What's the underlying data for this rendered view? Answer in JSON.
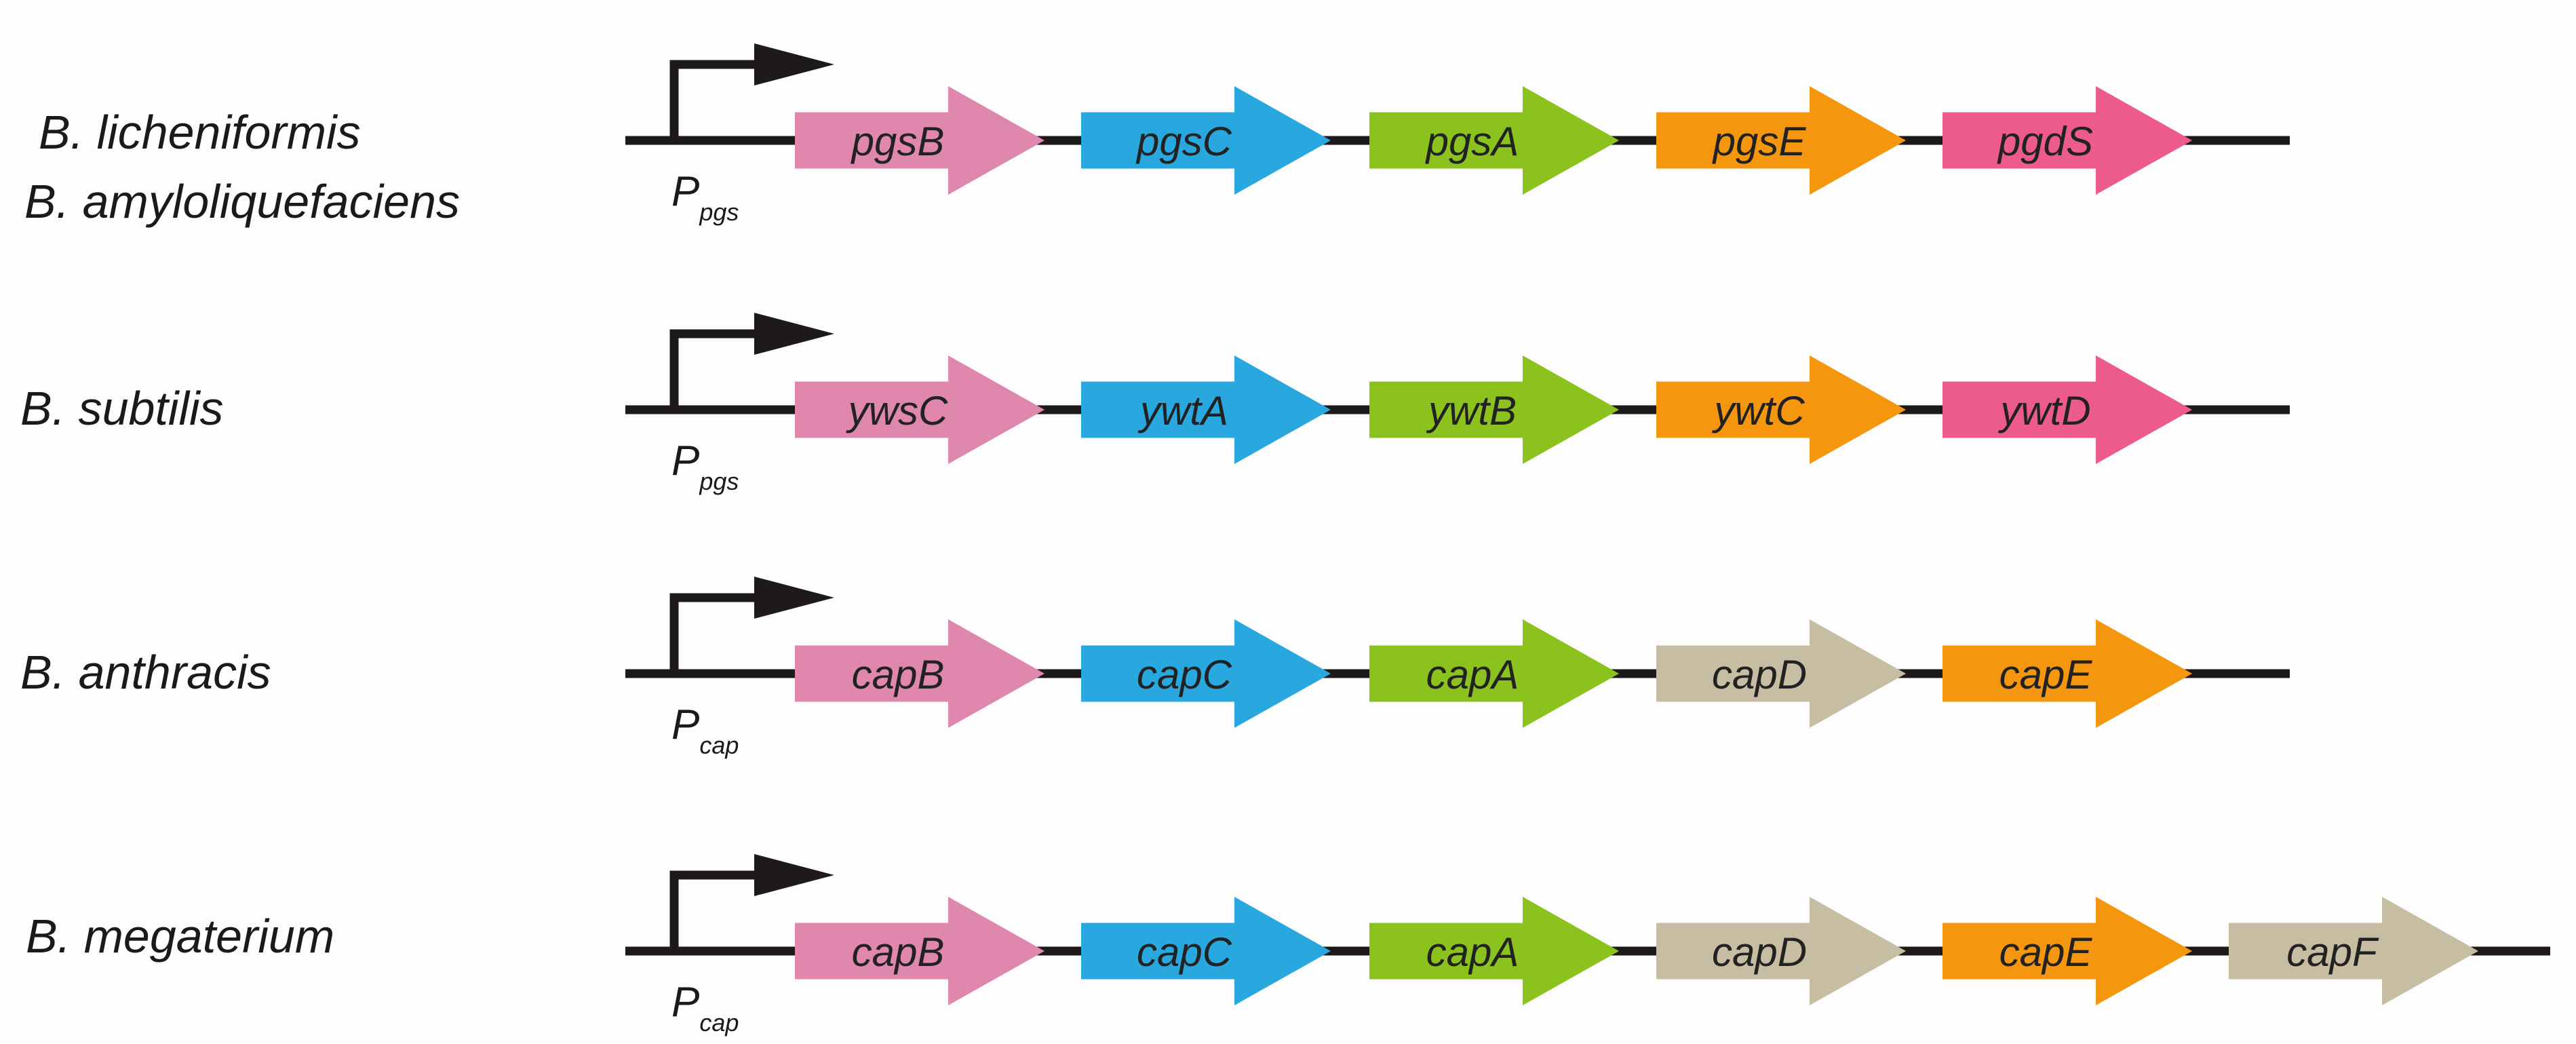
{
  "colors": {
    "backbone": "#1e1a1a",
    "pink": "#e087ad",
    "blue": "#29a8e0",
    "green": "#8cc21e",
    "orange": "#f5960f",
    "magenta": "#ec5b8a",
    "tan": "#c7bda3"
  },
  "operons": [
    {
      "species": [
        "B. licheniformis",
        "B. amyloliquefaciens"
      ],
      "promoter": {
        "letter": "P",
        "sub": "pgs"
      },
      "genes": [
        {
          "label": "pgsB",
          "color": "pink"
        },
        {
          "label": "pgsC",
          "color": "blue"
        },
        {
          "label": "pgsA",
          "color": "green"
        },
        {
          "label": "pgsE",
          "color": "orange"
        },
        {
          "label": "pgdS",
          "color": "magenta"
        }
      ]
    },
    {
      "species": [
        "B. subtilis"
      ],
      "promoter": {
        "letter": "P",
        "sub": "pgs"
      },
      "genes": [
        {
          "label": "ywsC",
          "color": "pink"
        },
        {
          "label": "ywtA",
          "color": "blue"
        },
        {
          "label": "ywtB",
          "color": "green"
        },
        {
          "label": "ywtC",
          "color": "orange"
        },
        {
          "label": "ywtD",
          "color": "magenta"
        }
      ]
    },
    {
      "species": [
        "B. anthracis"
      ],
      "promoter": {
        "letter": "P",
        "sub": "cap"
      },
      "genes": [
        {
          "label": "capB",
          "color": "pink"
        },
        {
          "label": "capC",
          "color": "blue"
        },
        {
          "label": "capA",
          "color": "green"
        },
        {
          "label": "capD",
          "color": "tan"
        },
        {
          "label": "capE",
          "color": "orange"
        }
      ]
    },
    {
      "species": [
        "B. megaterium"
      ],
      "promoter": {
        "letter": "P",
        "sub": "cap"
      },
      "genes": [
        {
          "label": "capB",
          "color": "pink"
        },
        {
          "label": "capC",
          "color": "blue"
        },
        {
          "label": "capA",
          "color": "green"
        },
        {
          "label": "capD",
          "color": "tan"
        },
        {
          "label": "capE",
          "color": "orange"
        },
        {
          "label": "capF",
          "color": "tan"
        }
      ]
    }
  ]
}
